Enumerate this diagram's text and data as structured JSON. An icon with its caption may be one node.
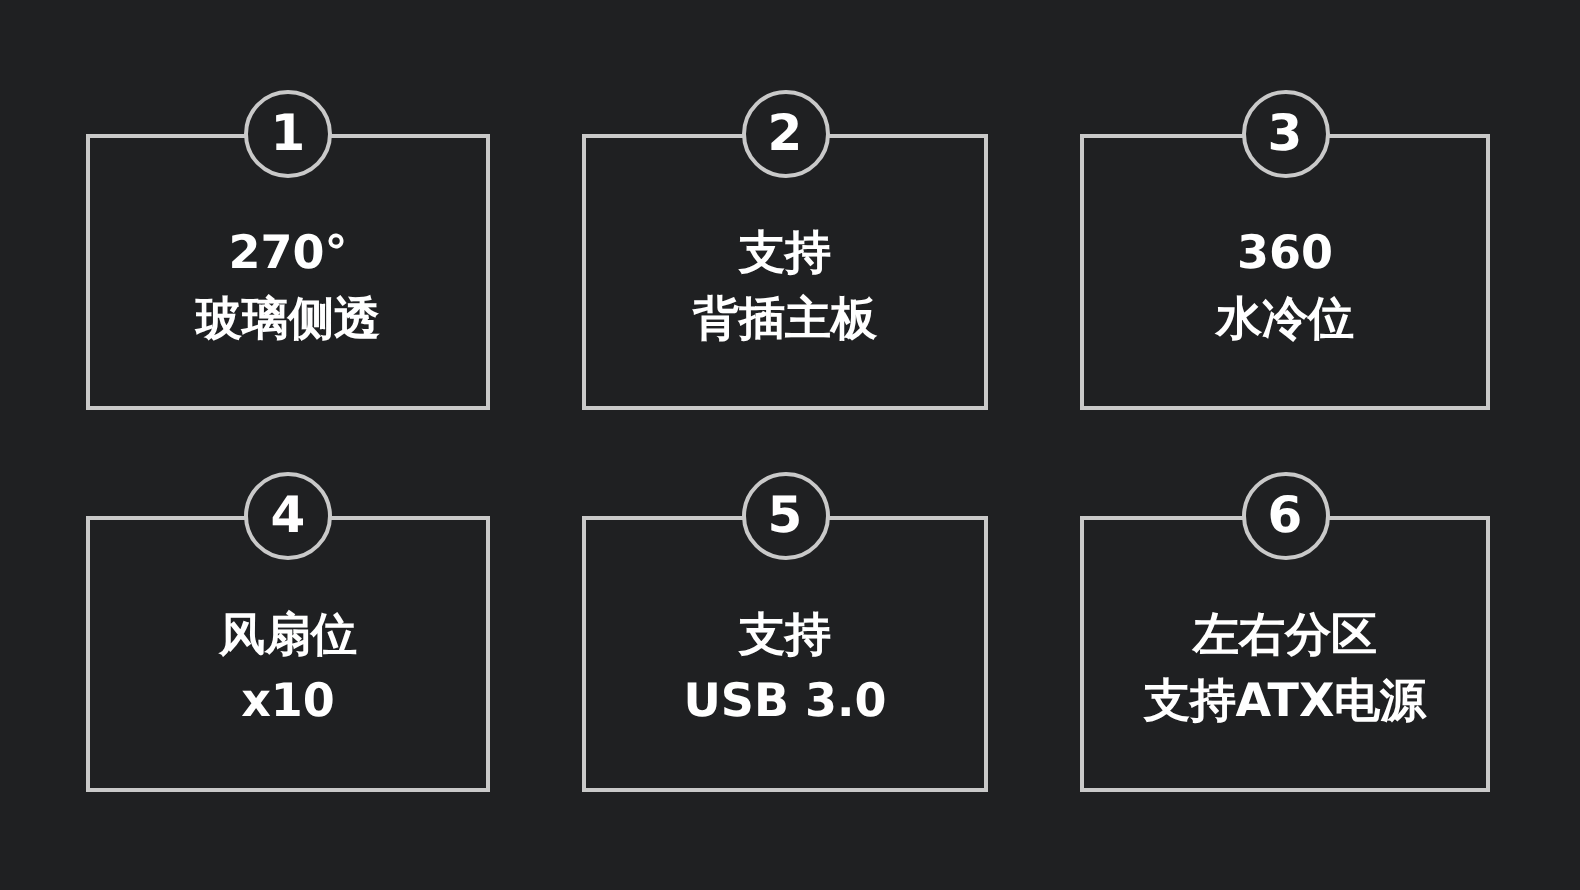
{
  "diagram": {
    "nodes": [
      {
        "text": [
          "1",
          "270°",
          "玻璃侧透"
        ]
      },
      {
        "text": [
          "2",
          "支持",
          "背插主板"
        ]
      },
      {
        "text": [
          "3",
          "360",
          "水冷位"
        ]
      },
      {
        "text": [
          "4",
          "风扇位",
          "x10"
        ]
      },
      {
        "text": [
          "5",
          "支持",
          "USB 3.0"
        ]
      },
      {
        "text": [
          "6",
          "左右分区",
          "支持ATX电源"
        ]
      }
    ]
  }
}
